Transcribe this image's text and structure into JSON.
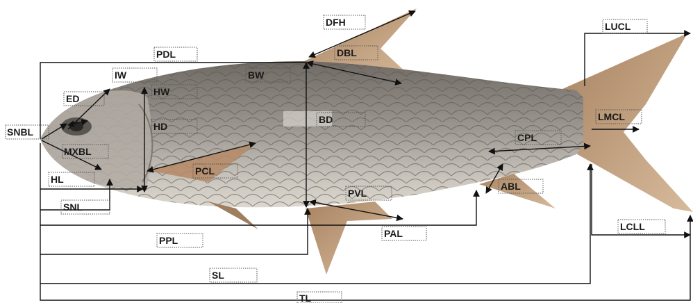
{
  "labels": {
    "dfh": "DFH",
    "lucl": "LUCL",
    "pdl": "PDL",
    "dbl": "DBL",
    "iw": "IW",
    "bw": "BW",
    "ed": "ED",
    "hw": "HW",
    "snbl": "SNBL",
    "hd": "HD",
    "bd": "BD",
    "lmcl": "LMCL",
    "cpl": "CPL",
    "mxbl": "MXBL",
    "pcl": "PCL",
    "hl": "HL",
    "abl": "ABL",
    "pvl": "PVL",
    "snl": "SNL",
    "lcll": "LCLL",
    "pal": "PAL",
    "ppl": "PPL",
    "sl": "SL",
    "tl": "TL"
  }
}
